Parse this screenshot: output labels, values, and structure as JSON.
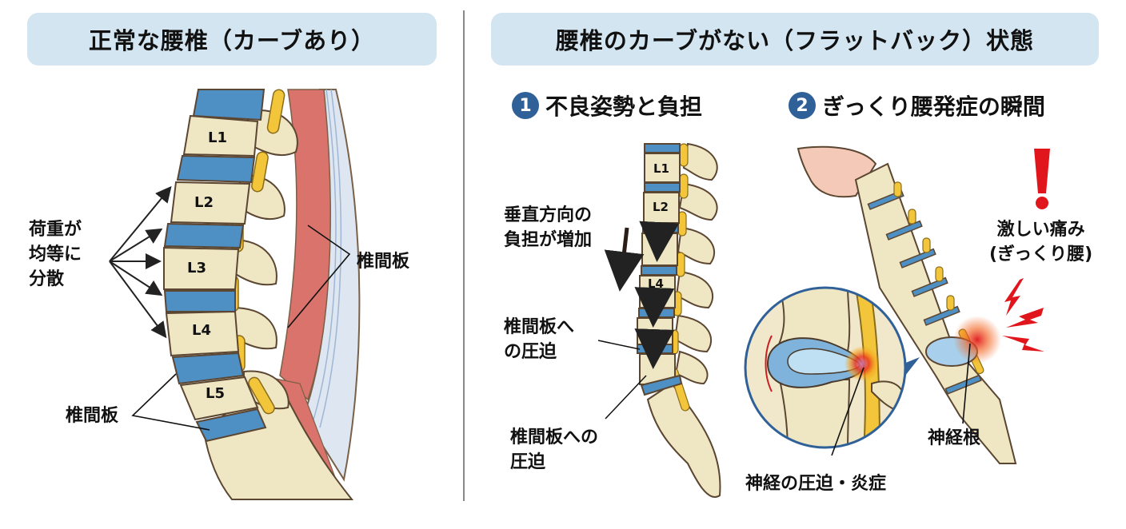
{
  "left_panel": {
    "title": "正常な腰椎（カーブあり）",
    "vertebrae": [
      "L1",
      "L2",
      "L3",
      "L4",
      "L5"
    ],
    "labels": {
      "load_distribution": [
        "荷重が",
        "均等に",
        "分散"
      ],
      "disc_right": "椎間板",
      "disc_left": "椎間板"
    }
  },
  "right_panel": {
    "title": "腰椎のカーブがない（フラットバック）状態",
    "step1": {
      "number": "1",
      "heading": "不良姿勢と負担",
      "vertebrae": [
        "L1",
        "L2",
        "L4"
      ],
      "labels": {
        "vertical_load": [
          "垂直方向の",
          "負担が増加"
        ],
        "disc_pressure_1": [
          "椎間板へ",
          "の圧迫"
        ],
        "disc_pressure_2": [
          "椎間板への",
          "圧迫"
        ]
      }
    },
    "step2": {
      "number": "2",
      "heading": "ぎっくり腰発症の瞬間",
      "labels": {
        "exclamation": "!",
        "severe_pain": [
          "激しい痛み",
          "(ぎっくり腰)"
        ],
        "nerve_root": "神経根",
        "nerve_compression": "神経の圧迫・炎症"
      }
    }
  },
  "colors": {
    "title_bg": "#d3e5f1",
    "badge": "#2f6198",
    "bone": "#efe6c4",
    "disc": "#4e8fc4",
    "nerve": "#f2c53a",
    "muscle": "#d9736b",
    "pain": "#e0161c"
  }
}
